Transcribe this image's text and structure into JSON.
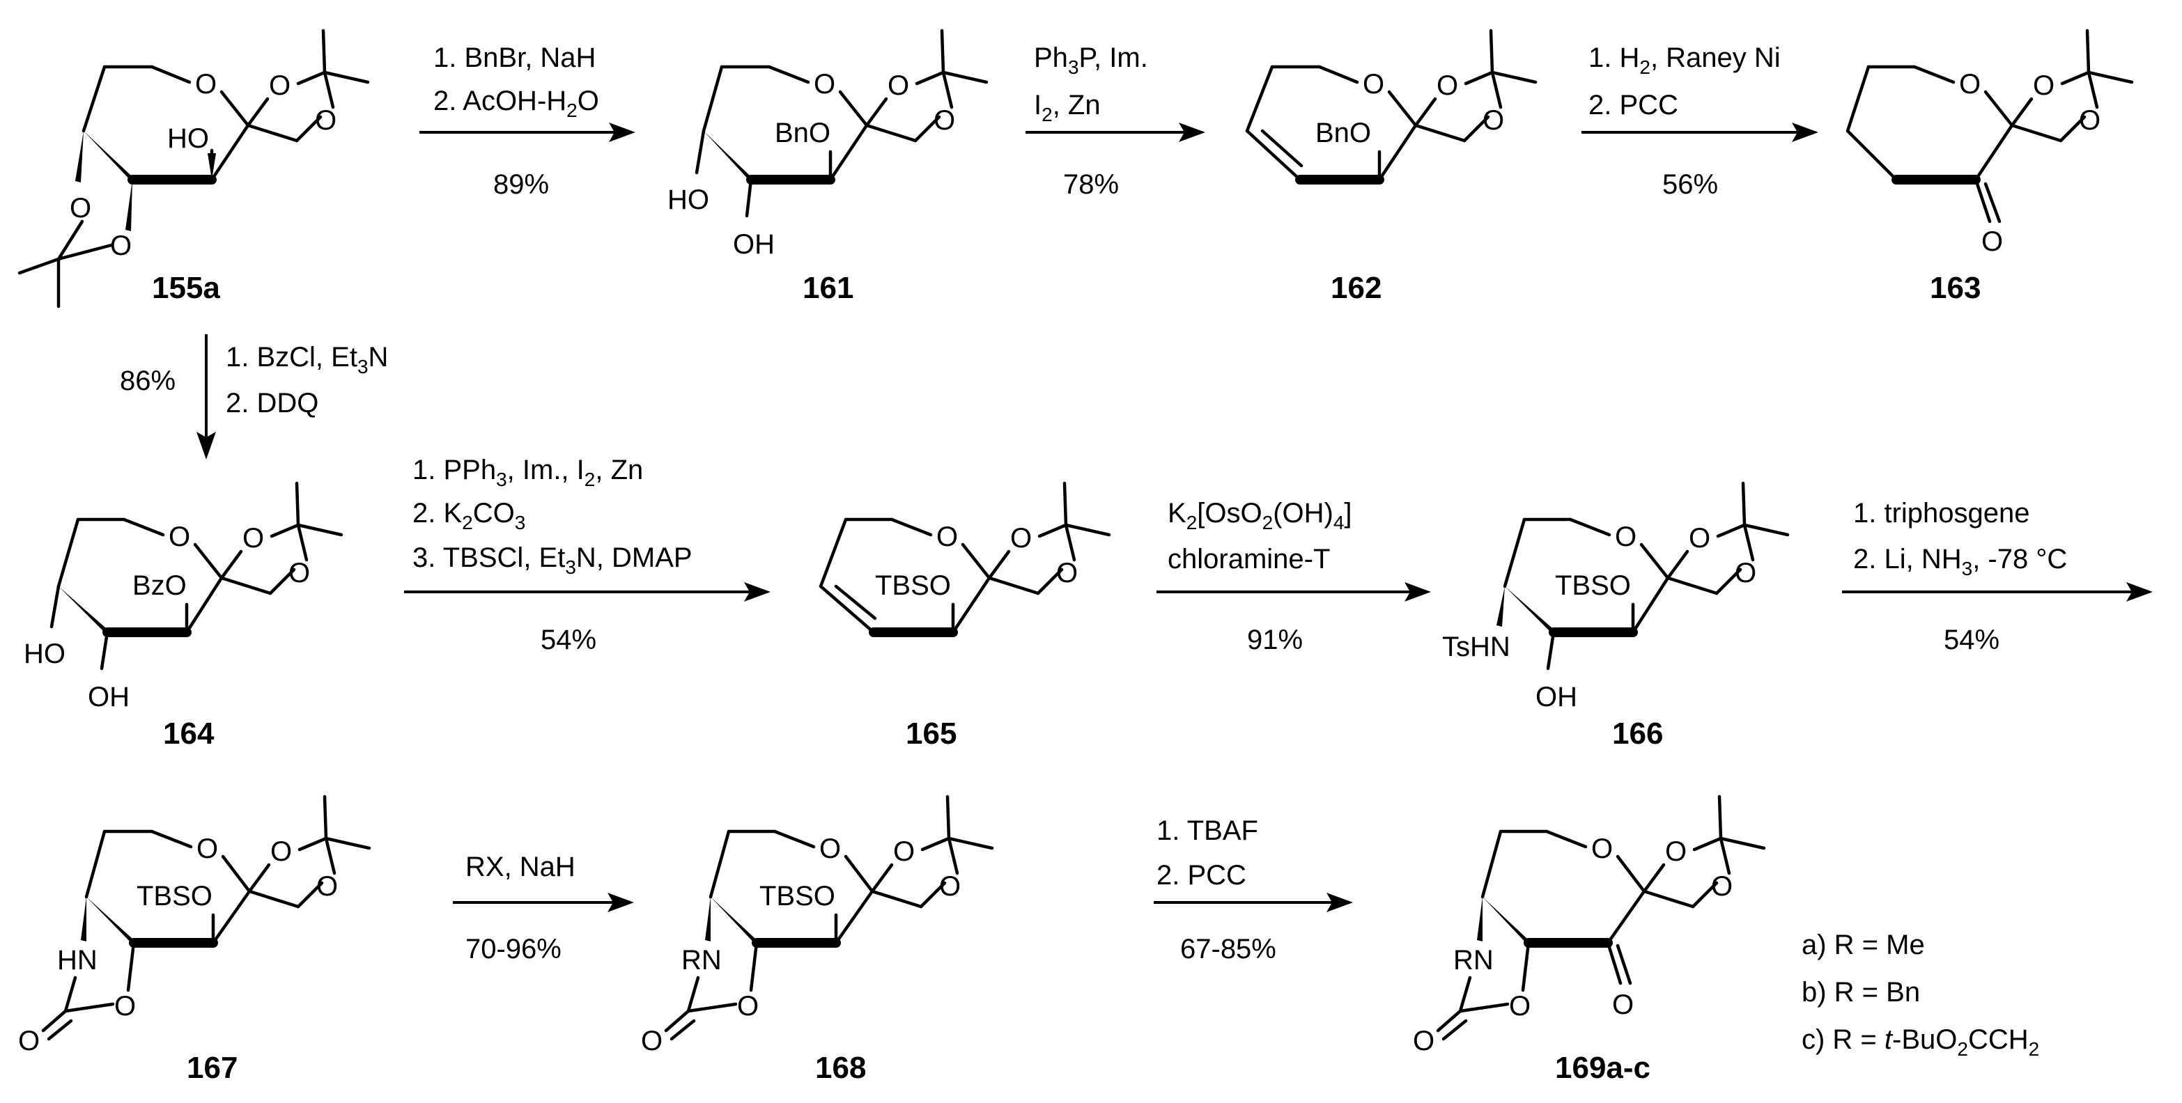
{
  "compounds": {
    "c155a": "155a",
    "c161": "161",
    "c162": "162",
    "c163": "163",
    "c164": "164",
    "c165": "165",
    "c166": "166",
    "c167": "167",
    "c168": "168",
    "c169": "169a-c"
  },
  "atoms": {
    "O": "O",
    "HO": "HO",
    "OH": "OH",
    "BnO": "BnO",
    "BzO": "BzO",
    "TBSO": "TBSO",
    "TsHN": "TsHN",
    "HN": "HN",
    "RN": "RN"
  },
  "steps": {
    "s1": {
      "line1": "1. BnBr, NaH",
      "line2": "2. AcOH-H",
      "line2_sub": "2",
      "line2_end": "O",
      "yield": "89%"
    },
    "s2": {
      "line1_a": "Ph",
      "line1_sub": "3",
      "line1_b": "P, Im.",
      "line2_a": "I",
      "line2_sub": "2",
      "line2_b": ", Zn",
      "yield": "78%"
    },
    "s3": {
      "line1_a": "1. H",
      "line1_sub": "2",
      "line1_b": ", Raney Ni",
      "line2": "2. PCC",
      "yield": "56%"
    },
    "s4": {
      "line1_a": "1. BzCl, Et",
      "line1_sub": "3",
      "line1_b": "N",
      "line2": "2. DDQ",
      "yield": "86%"
    },
    "s5": {
      "line1_a": "1. PPh",
      "line1_sub": "3",
      "line1_b": ", Im., I",
      "line1_sub2": "2",
      "line1_c": ", Zn",
      "line2_a": "2. K",
      "line2_sub": "2",
      "line2_b": "CO",
      "line2_sub2": "3",
      "line3": "3. TBSCl, Et",
      "line3_sub": "3",
      "line3_b": "N, DMAP",
      "yield": "54%"
    },
    "s6": {
      "line1_a": "K",
      "line1_sub": "2",
      "line1_b": "[OsO",
      "line1_sub2": "2",
      "line1_c": "(OH)",
      "line1_sub3": "4",
      "line1_d": "]",
      "line2": "chloramine-T",
      "yield": "91%"
    },
    "s7": {
      "line1": "1. triphosgene",
      "line2_a": "2. Li, NH",
      "line2_sub": "3",
      "line2_b": ", -78 °C",
      "yield": "54%"
    },
    "s8": {
      "line1": "RX, NaH",
      "yield": "70-96%"
    },
    "s9": {
      "line1": "1. TBAF",
      "line2": "2. PCC",
      "yield": "67-85%"
    }
  },
  "legend": {
    "a": "a) R = Me",
    "b": "b) R = Bn",
    "c_a": "c) R = ",
    "c_it": "t",
    "c_b": "-BuO",
    "c_sub": "2",
    "c_c": "CCH",
    "c_sub2": "2"
  }
}
